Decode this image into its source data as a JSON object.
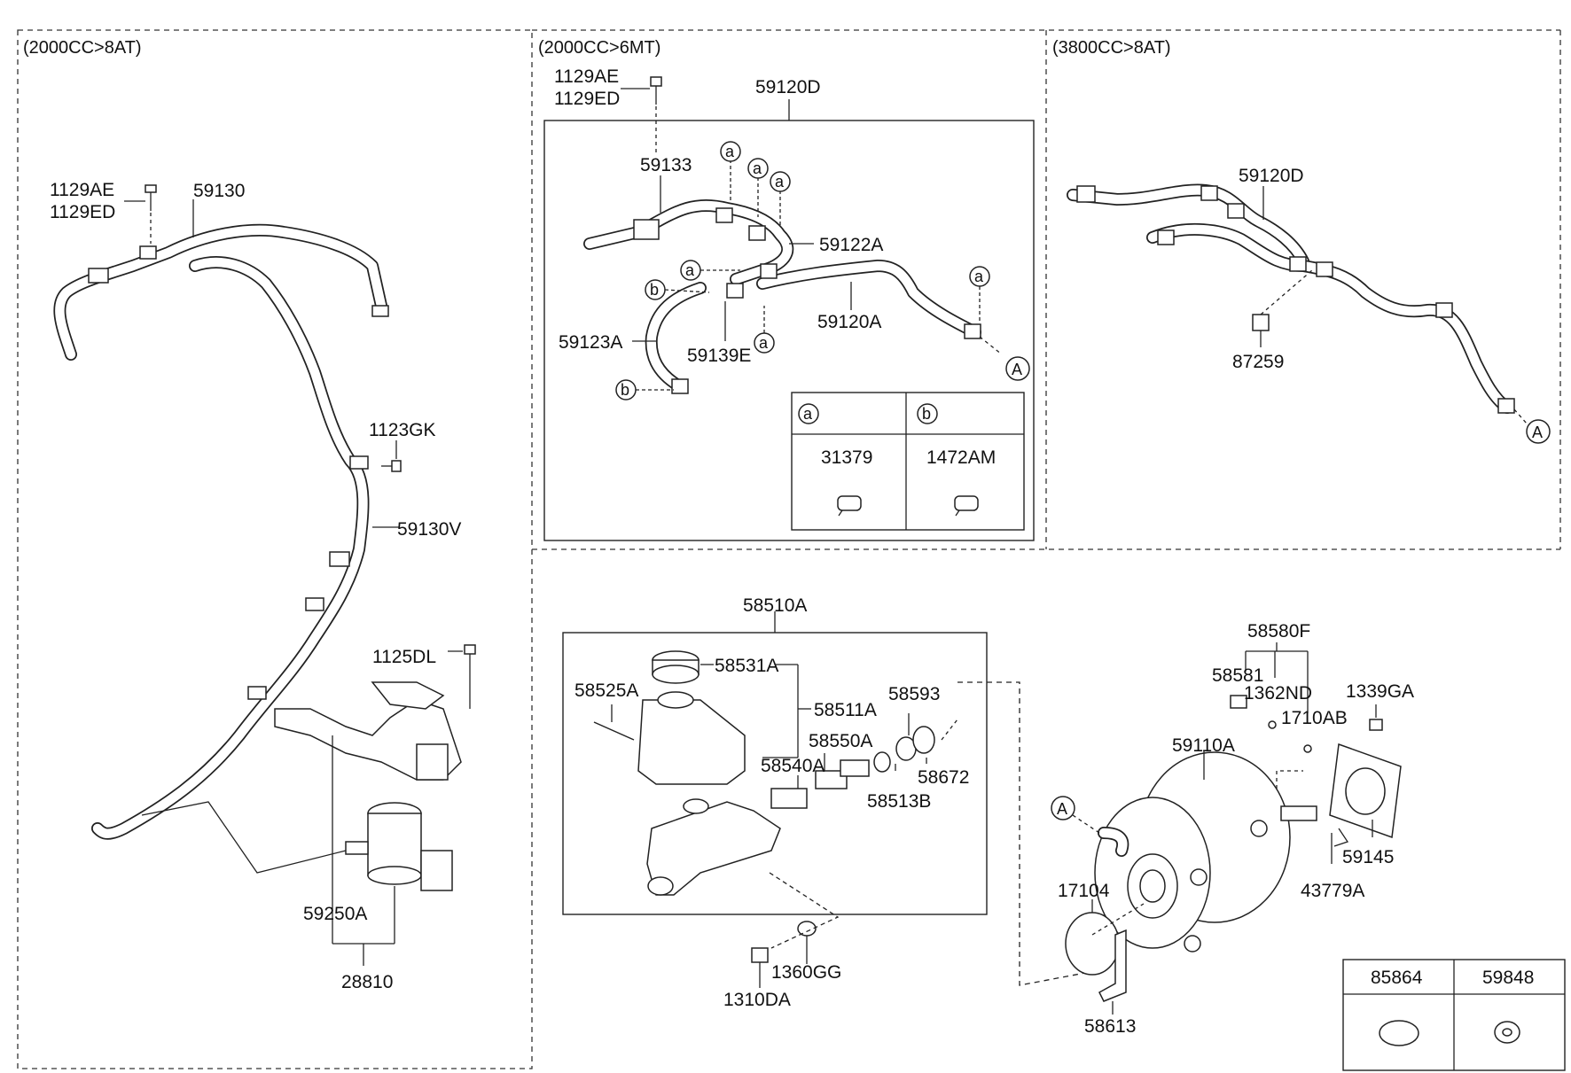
{
  "sections": [
    {
      "id": "s1",
      "title": "(2000CC>8AT)"
    },
    {
      "id": "s2",
      "title": "(2000CC>6MT)"
    },
    {
      "id": "s3",
      "title": "(3800CC>8AT)"
    }
  ],
  "labels": {
    "l_1129AE_a": "1129AE",
    "l_1129ED_a": "1129ED",
    "l_59130": "59130",
    "l_1123GK": "1123GK",
    "l_59130V": "59130V",
    "l_1125DL": "1125DL",
    "l_59250A": "59250A",
    "l_28810": "28810",
    "l_1129AE_b": "1129AE",
    "l_1129ED_b": "1129ED",
    "l_59120D_a": "59120D",
    "l_59133": "59133",
    "l_59122A": "59122A",
    "l_59120A": "59120A",
    "l_59123A": "59123A",
    "l_59139E": "59139E",
    "l_59120D_b": "59120D",
    "l_87259": "87259",
    "l_58510A": "58510A",
    "l_58531A": "58531A",
    "l_58525A": "58525A",
    "l_58511A": "58511A",
    "l_58593": "58593",
    "l_58550A": "58550A",
    "l_58540A": "58540A",
    "l_58672": "58672",
    "l_58513B": "58513B",
    "l_1360GG": "1360GG",
    "l_1310DA": "1310DA",
    "l_58580F": "58580F",
    "l_58581": "58581",
    "l_1362ND": "1362ND",
    "l_1710AB": "1710AB",
    "l_1339GA": "1339GA",
    "l_59110A": "59110A",
    "l_59145": "59145",
    "l_43779A": "43779A",
    "l_17104": "17104",
    "l_58613": "58613"
  },
  "callouts": {
    "a": "a",
    "b": "b",
    "A": "A"
  },
  "legend_table": {
    "col_a": "a",
    "col_b": "b",
    "part_a": "31379",
    "part_b": "1472AM"
  },
  "bottom_table": {
    "part_1": "85864",
    "part_2": "59848"
  }
}
